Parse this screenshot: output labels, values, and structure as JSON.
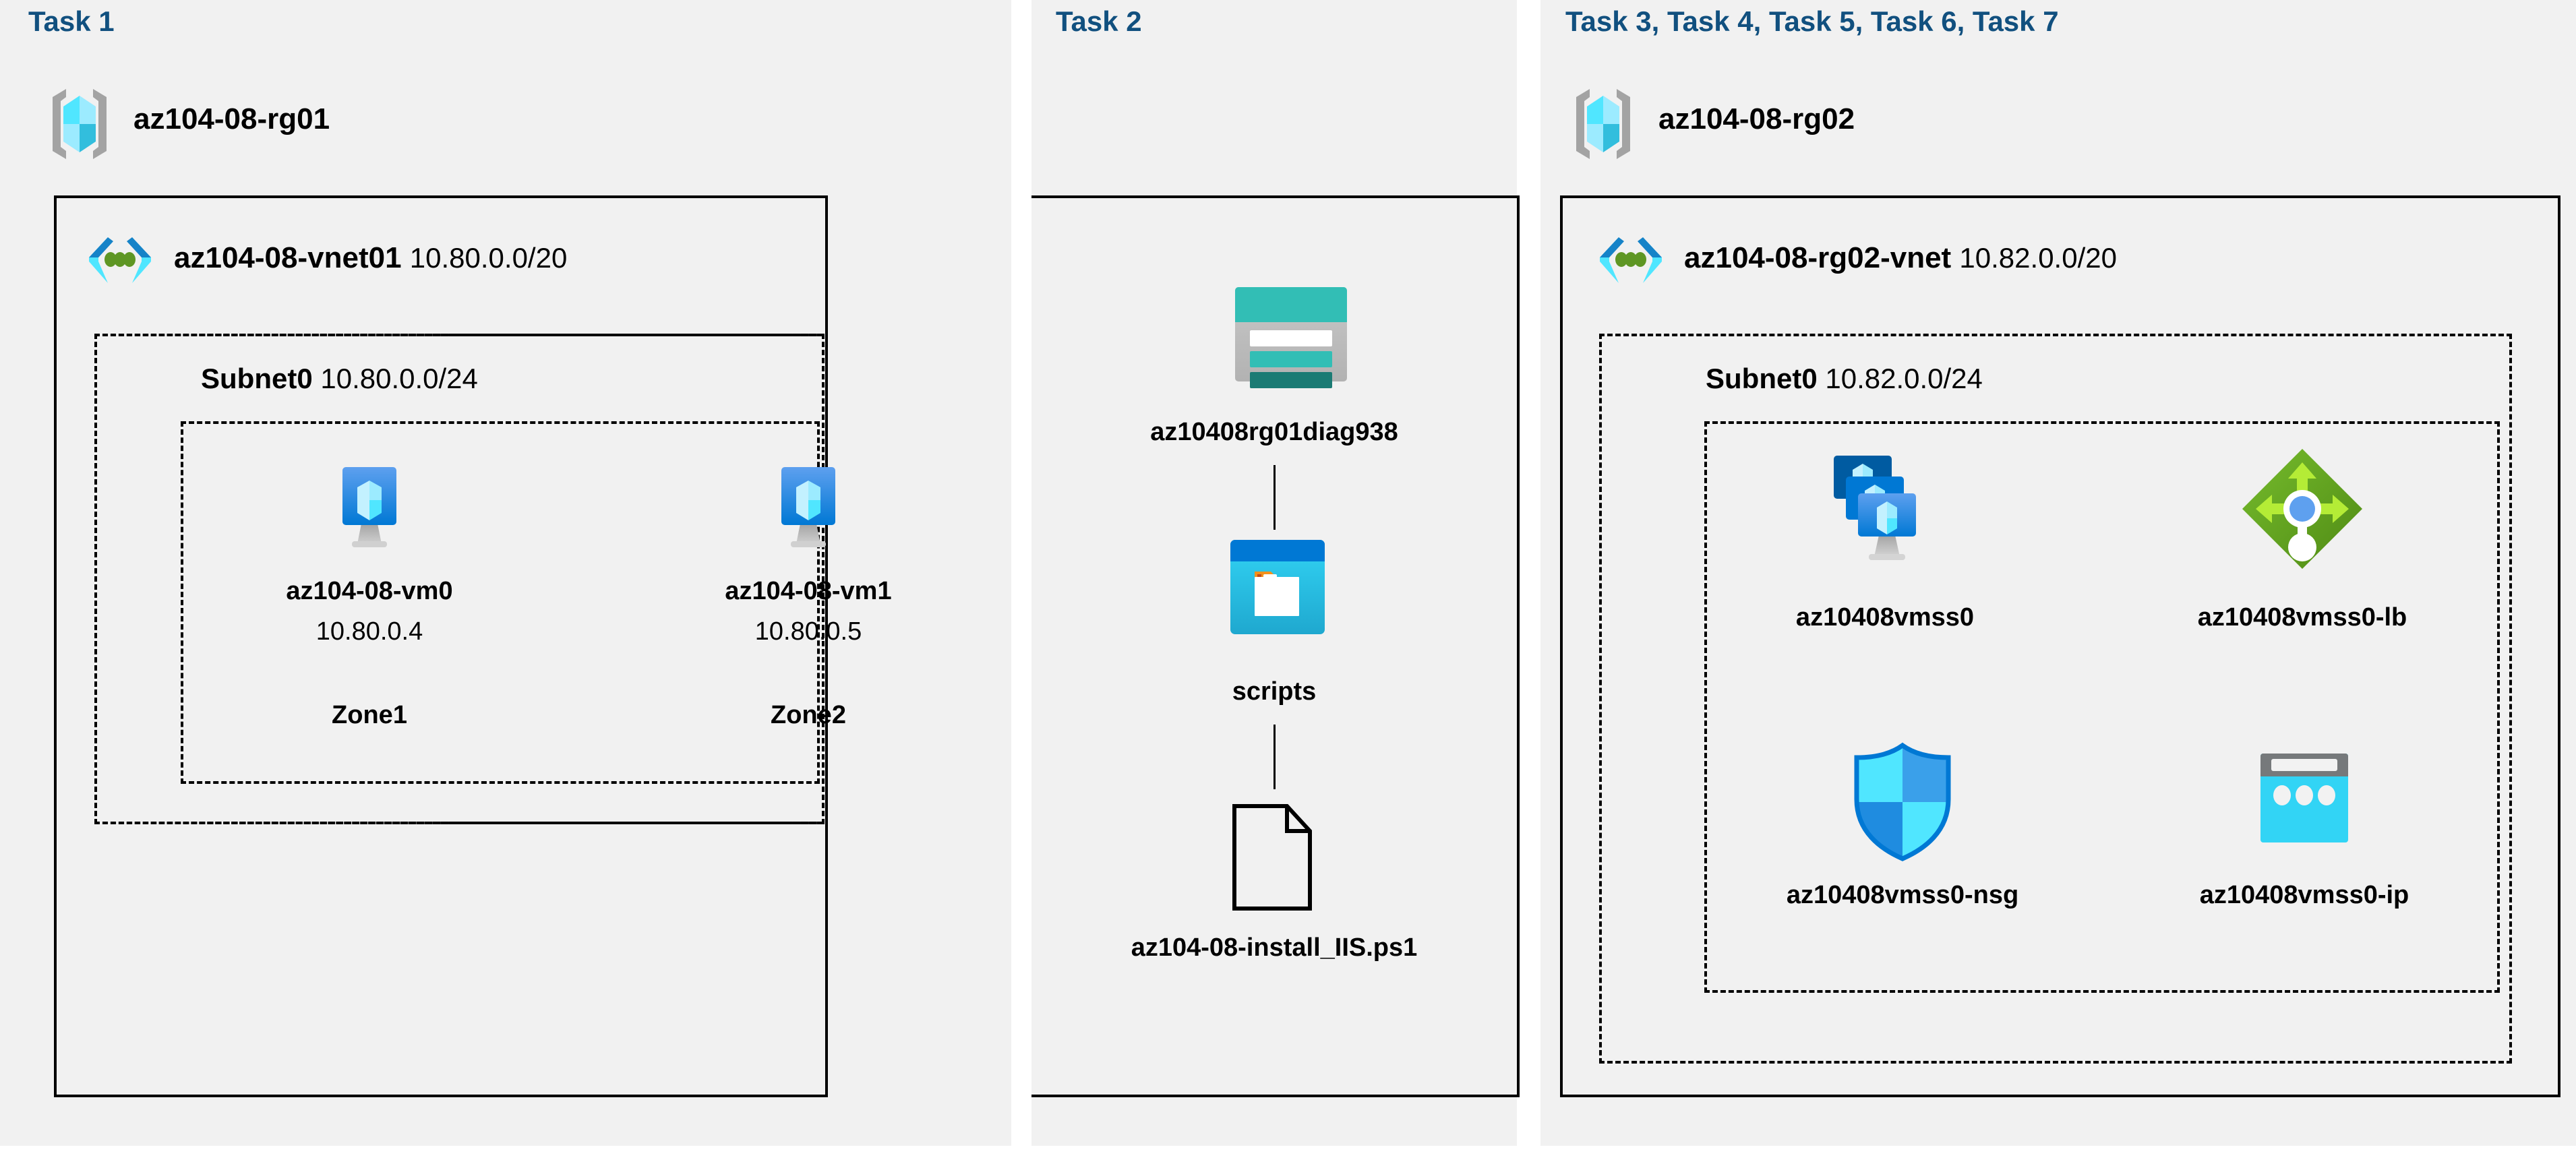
{
  "diagram": {
    "title": "Azure AZ-104 Lab 08 architecture",
    "background": "#ffffff",
    "panel_background": "#f1f1f1",
    "accent_color": "#11507f"
  },
  "panels": [
    {
      "id": "task1",
      "heading": "Task 1"
    },
    {
      "id": "task2",
      "heading": "Task 2"
    },
    {
      "id": "task3",
      "heading": "Task 3, Task 4, Task 5, Task 6, Task 7"
    }
  ],
  "task1": {
    "heading": "Task 1",
    "resource_group": {
      "name": "az104-08-rg01",
      "icon": "resource-group-icon"
    },
    "vnet": {
      "name": "az104-08-vnet01",
      "cidr": "10.80.0.0/20",
      "icon": "virtual-network-icon"
    },
    "subnet": {
      "name": "Subnet0",
      "cidr": "10.80.0.0/24"
    },
    "vms": [
      {
        "name": "az104-08-vm0",
        "ip": "10.80.0.4",
        "zone": "Zone1",
        "icon": "virtual-machine-icon"
      },
      {
        "name": "az104-08-vm1",
        "ip": "10.80.0.5",
        "zone": "Zone2",
        "icon": "virtual-machine-icon"
      }
    ]
  },
  "task2": {
    "heading": "Task 2",
    "nodes": [
      {
        "name": "az10408rg01diag938",
        "icon": "storage-account-icon"
      },
      {
        "name": "scripts",
        "icon": "blob-container-icon"
      },
      {
        "name": "az104-08-install_IIS.ps1",
        "icon": "file-document-icon"
      }
    ]
  },
  "task3": {
    "heading": "Task 3, Task 4, Task 5, Task 6, Task 7",
    "resource_group": {
      "name": "az104-08-rg02",
      "icon": "resource-group-icon"
    },
    "vnet": {
      "name": "az104-08-rg02-vnet",
      "cidr": "10.82.0.0/20",
      "icon": "virtual-network-icon"
    },
    "subnet": {
      "name": "Subnet0",
      "cidr": "10.82.0.0/24"
    },
    "resources": [
      {
        "name": "az10408vmss0",
        "icon": "vm-scale-set-icon"
      },
      {
        "name": "az10408vmss0-lb",
        "icon": "load-balancer-icon"
      },
      {
        "name": "az10408vmss0-nsg",
        "icon": "network-security-group-icon"
      },
      {
        "name": "az10408vmss0-ip",
        "icon": "public-ip-address-icon"
      }
    ]
  },
  "colors": {
    "azure_blue": "#0078d4",
    "cyan": "#32bedd",
    "light_cyan": "#9cebff",
    "green_dot": "#5e9624",
    "lb_green": "#6bb424",
    "teal": "#2fc0b4",
    "dark_teal": "#1b7b74",
    "gray": "#a0a1a2",
    "orange": "#f2911b"
  }
}
